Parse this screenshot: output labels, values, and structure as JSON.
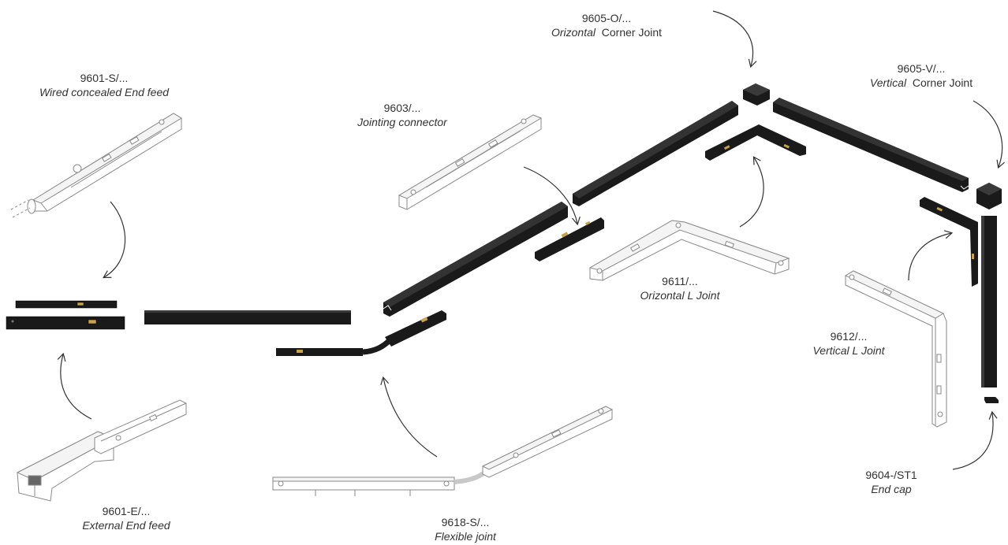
{
  "colors": {
    "profile_black": "#1a1a1a",
    "outline_gray": "#8a8a8a",
    "arrow": "#333333",
    "accent_contact": "#c9a24a"
  },
  "labels": {
    "end_feed_wired": {
      "code": "9601-S/...",
      "desc": "Wired concealed End feed"
    },
    "jointing_connector": {
      "code": "9603/...",
      "desc": "Jointing connector"
    },
    "corner_orizontal": {
      "code": "9605-O/...",
      "desc_italic": "Orizontal",
      "desc_plain": "Corner Joint"
    },
    "corner_vertical": {
      "code": "9605-V/...",
      "desc_italic": "Vertical",
      "desc_plain": "Corner Joint"
    },
    "l_joint_orizontal": {
      "code": "9611/...",
      "desc": "Orizontal L Joint"
    },
    "l_joint_vertical": {
      "code": "9612/...",
      "desc": "Vertical L Joint"
    },
    "end_cap": {
      "code": "9604-/ST1",
      "desc": "End cap"
    },
    "end_feed_external": {
      "code": "9601-E/...",
      "desc": "External End feed"
    },
    "flexible_joint": {
      "code": "9618-S/...",
      "desc": "Flexible joint"
    }
  }
}
